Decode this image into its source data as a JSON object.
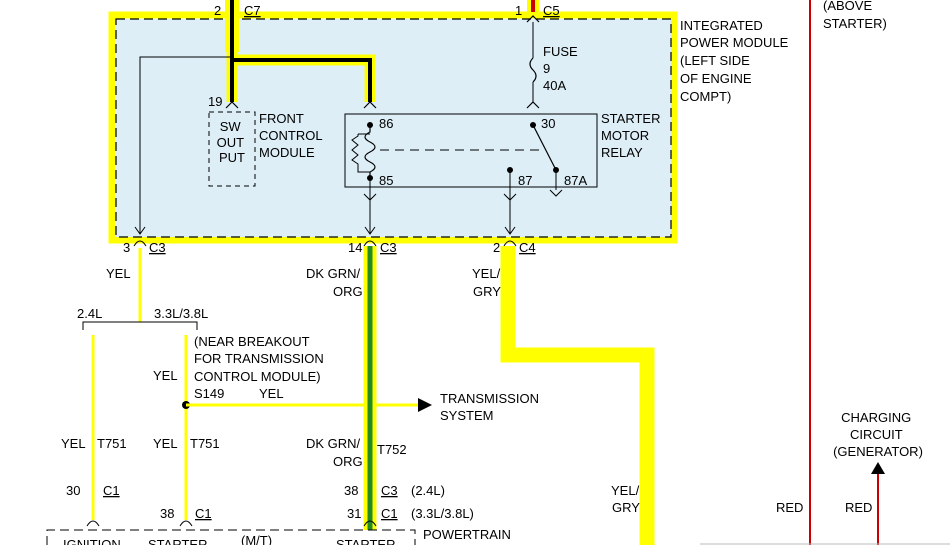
{
  "colors": {
    "highlight": "#ffff00",
    "module_fill": "#ddeef7",
    "red_wire": "#cc0000",
    "yellow_wire": "#ffff00",
    "green_wire": "#228b22",
    "black": "#000000"
  },
  "ipm": {
    "label": [
      "INTEGRATED",
      "POWER MODULE",
      "(LEFT SIDE",
      "OF ENGINE",
      "COMPT)"
    ]
  },
  "top_connectors": {
    "c7_pin": "2",
    "c7_name": "C7",
    "c5_pin": "1",
    "c5_name": "C5"
  },
  "fuse": {
    "label": "FUSE",
    "number": "9",
    "rating": "40A"
  },
  "fcm": {
    "pin": "19",
    "inner": [
      "SW",
      "OUT",
      "PUT"
    ],
    "label": [
      "FRONT",
      "CONTROL",
      "MODULE"
    ]
  },
  "relay": {
    "pins": {
      "p86": "86",
      "p85": "85",
      "p30": "30",
      "p87": "87",
      "p87a": "87A"
    },
    "label": [
      "STARTER",
      "MOTOR",
      "RELAY"
    ]
  },
  "bottom_connectors": {
    "c3a_pin": "3",
    "c3a_name": "C3",
    "c3b_pin": "14",
    "c3b_name": "C3",
    "c4_pin": "2",
    "c4_name": "C4"
  },
  "wires": {
    "yel": "YEL",
    "dkgrn_org_1": "DK GRN/",
    "org_1": "ORG",
    "yel_gry_1": "YEL/",
    "gry_1": "GRY",
    "engine_24": "2.4L",
    "engine_3338": "3.3L/3.8L",
    "breakout": [
      "(NEAR BREAKOUT",
      "FOR TRANSMISSION",
      "CONTROL MODULE)"
    ],
    "yel_splice": "YEL",
    "splice": "S149",
    "yel_tx": "YEL",
    "tx_system": [
      "TRANSMISSION",
      "SYSTEM"
    ],
    "yel_left": "YEL",
    "t751_left": "T751",
    "yel_mid": "YEL",
    "t751_mid": "T751",
    "dkgrn_org_2": "DK GRN/",
    "org_2": "ORG",
    "t752": "T752",
    "yel_gry_2": "YEL/",
    "gry_2": "GRY",
    "red_left": "RED",
    "red_right": "RED"
  },
  "pcm_connectors": {
    "p30": "30",
    "c1_a": "C1",
    "p38_a": "38",
    "c1_b": "C1",
    "p38_b": "38",
    "c3": "C3",
    "note_24": "(2.4L)",
    "p31": "31",
    "c1_c": "C1",
    "note_3338": "(3.3L/3.8L)"
  },
  "pcm": {
    "title": "POWERTRAIN",
    "cut_labels": [
      "IGNITION",
      "STARTER",
      "(M/T)",
      "STARTER"
    ]
  },
  "right_panel": {
    "above_starter": [
      "(ABOVE",
      "STARTER)"
    ],
    "charging": [
      "CHARGING",
      "CIRCUIT",
      "(GENERATOR)"
    ]
  }
}
